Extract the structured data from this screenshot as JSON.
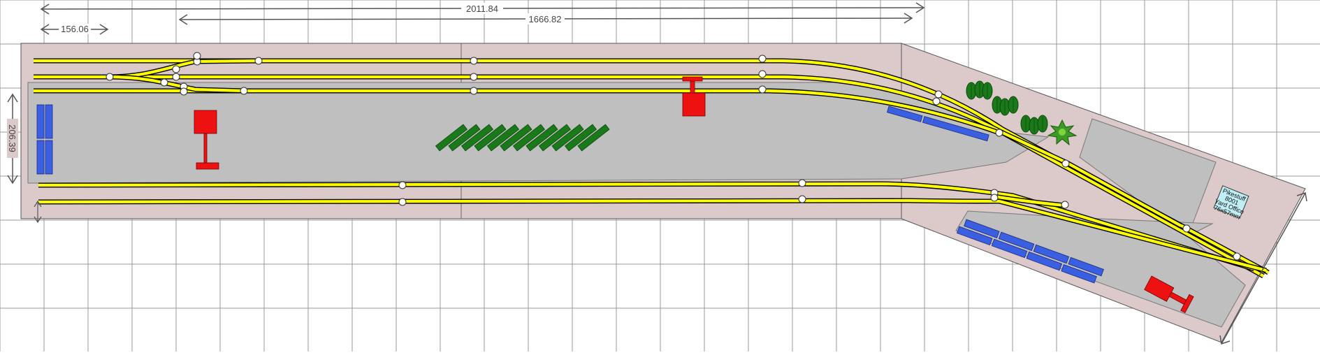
{
  "dimensions": {
    "overall_length": "2011.84",
    "main_length": "1666.82",
    "left_offset": "156.06",
    "board_depth": "206.39"
  },
  "yard_office_label": [
    "Pikestuff",
    "8001",
    "Yard Office",
    "76x57mm"
  ],
  "colors": {
    "grid": "#9a9a9a",
    "board": "#dccaca",
    "ground": "#bfbfbf",
    "track_rail": "#000000",
    "track_fill": "#ffff00",
    "car_blue": "#3a5fe0",
    "car_green": "#1a7a1a",
    "building_red": "#ee1111",
    "yard_office_fill": "#bfeff5",
    "dimension_line": "#555555"
  },
  "icons": [
    "tree-icon",
    "shrub-icon",
    "turnout-marker-icon",
    "dimension-arrow-icon"
  ]
}
